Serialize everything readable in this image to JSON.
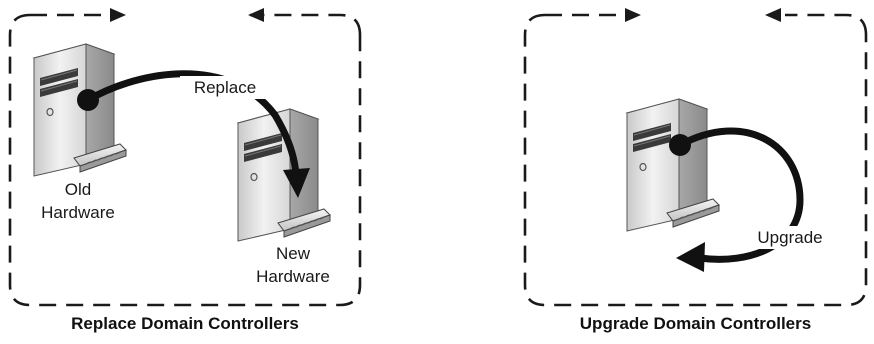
{
  "panels": [
    {
      "caption": "Replace Domain Controllers",
      "servers": [
        {
          "label_line1": "Old",
          "label_line2": "Hardware"
        },
        {
          "label_line1": "New",
          "label_line2": "Hardware"
        }
      ],
      "arrow_label": "Replace"
    },
    {
      "caption": "Upgrade Domain Controllers",
      "servers": [
        {
          "label_line1": "",
          "label_line2": ""
        }
      ],
      "arrow_label": "Upgrade"
    }
  ],
  "colors": {
    "line": "#1a1a1a",
    "server_light": "#e6e6e6",
    "server_mid": "#bdbdbd",
    "server_dark": "#7a7a7a",
    "background": "#ffffff"
  },
  "icons": [
    "server-icon",
    "arrow-icon",
    "flow-arrow-icon"
  ]
}
